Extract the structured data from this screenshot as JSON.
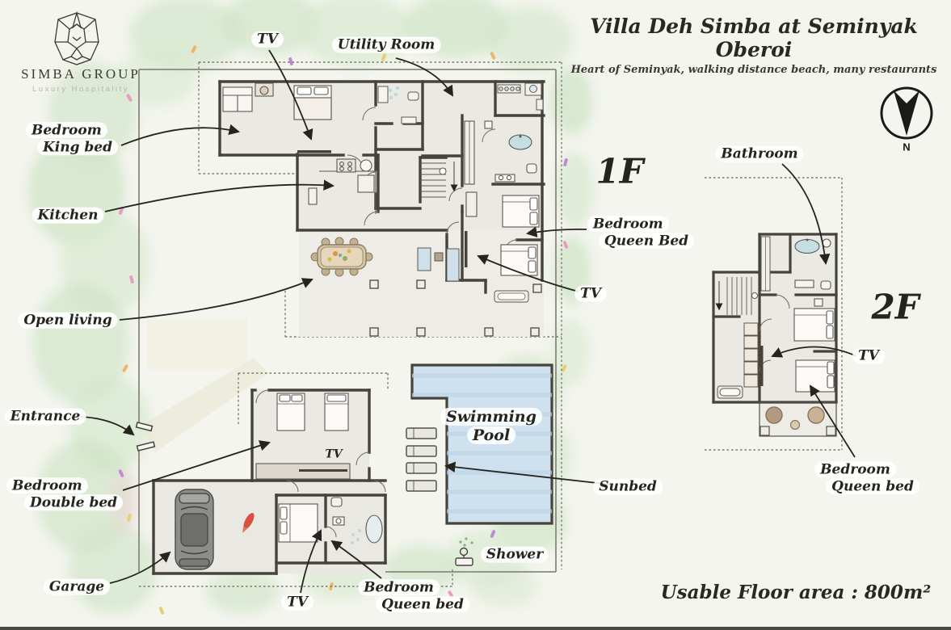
{
  "brand": {
    "name": "SIMBA GROUP",
    "tagline": "Luxury Hospitality"
  },
  "header": {
    "title": "Villa Deh Simba at Seminyak Oberoi",
    "subtitle": "Heart of Seminyak, walking distance beach, many restaurants"
  },
  "compass": {
    "label": "N"
  },
  "floors": {
    "first": "1F",
    "second": "2F"
  },
  "labels": {
    "tv_top": "TV",
    "utility_room": "Utility Room",
    "bedroom_king_1": "Bedroom",
    "bedroom_king_2": "King bed",
    "kitchen": "Kitchen",
    "open_living": "Open living",
    "entrance": "Entrance",
    "bedroom_double_1": "Bedroom",
    "bedroom_double_2": "Double bed",
    "garage": "Garage",
    "tv_bottom": "TV",
    "bedroom_queen_bottom_1": "Bedroom",
    "bedroom_queen_bottom_2": "Queen bed",
    "shower": "Shower",
    "sunbed": "Sunbed",
    "pool_1": "Swimming",
    "pool_2": "Pool",
    "bedroom_queen_right_1": "Bedroom",
    "bedroom_queen_right_2": "Queen Bed",
    "tv_right": "TV",
    "bathroom_2f": "Bathroom",
    "tv_2f": "TV",
    "bedroom_queen_2f_1": "Bedroom",
    "bedroom_queen_2f_2": "Queen bed",
    "tv_inside_room": "TV"
  },
  "footer": {
    "usable_area": "Usable Floor area : 800m²"
  },
  "colors": {
    "wall": "#46433d",
    "room_fill": "#ebe9e4",
    "pool": "#cfe1ee",
    "foliage": "#d5e7cc",
    "accent_red": "#d85040"
  }
}
